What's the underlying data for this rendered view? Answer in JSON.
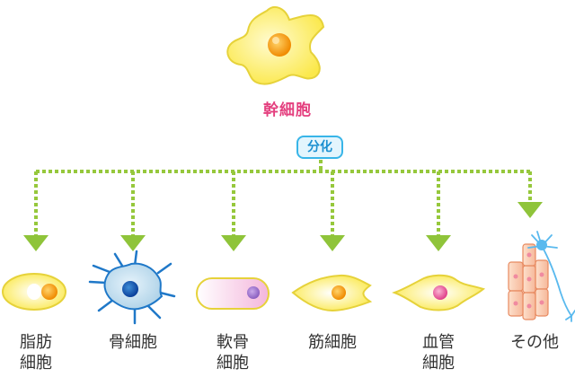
{
  "colors": {
    "connector": "#96c83c",
    "stem_fill": "#fff28a",
    "stem_outline": "#e6d23a",
    "title_text": "#e4407f",
    "pill_text": "#1a8fd0",
    "label_text": "#333333"
  },
  "stem_cell": {
    "label": "幹細胞"
  },
  "process": {
    "label": "分化"
  },
  "cells": [
    {
      "name": "fat-cell",
      "label": "脂肪細胞"
    },
    {
      "name": "bone-cell",
      "label": "骨細胞"
    },
    {
      "name": "cartilage-cell",
      "label": "軟骨細胞"
    },
    {
      "name": "muscle-cell",
      "label": "筋細胞"
    },
    {
      "name": "vascular-cell",
      "label": "血管細胞"
    },
    {
      "name": "other-cells",
      "label": "その他"
    }
  ],
  "labels": {
    "fat": [
      "脂肪",
      "細胞"
    ],
    "bone": [
      "骨細胞"
    ],
    "cartilage": [
      "軟骨",
      "細胞"
    ],
    "muscle": [
      "筋細胞"
    ],
    "vascular": [
      "血管",
      "細胞"
    ],
    "other": [
      "その他"
    ]
  }
}
